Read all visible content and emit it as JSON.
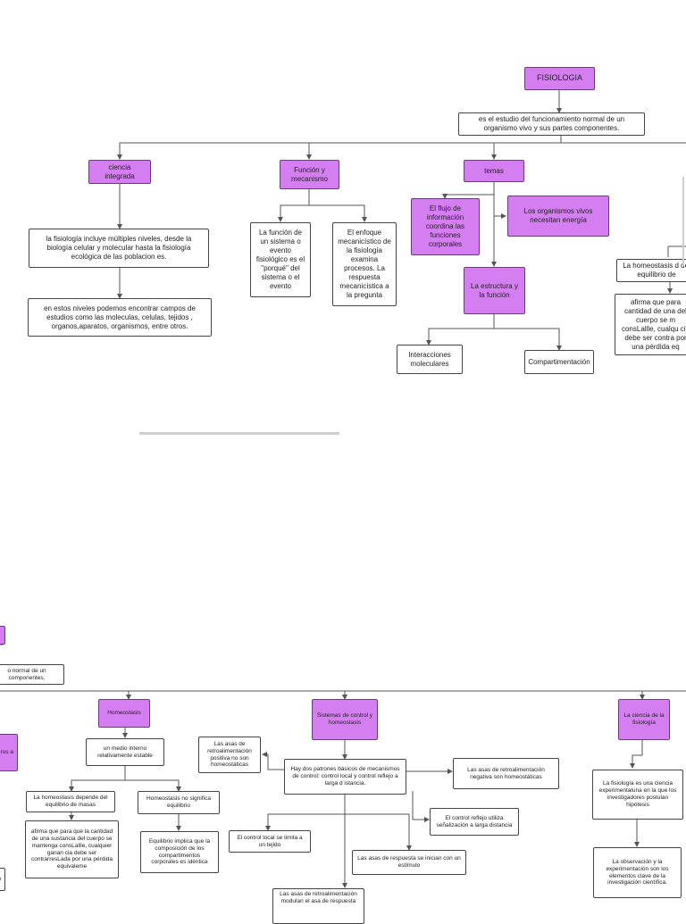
{
  "top_map": {
    "fisiologia": "FISIOLOGIA",
    "definicion": "es el estudio del funcionamiento normal de un organismo vivo y sus partes componentes.",
    "ciencia_integrada": "ciencia integrada",
    "funcion_mecanismo": "Función y mecanismo",
    "temas": "temas",
    "niveles": "la fisiología incluye múltiples niveles, desde la biología celular y molecular hasta la fisiología ecológica de las poblacion es.",
    "campos": "en estos niveles podemos encontrar campos de estudios como las moleculas, celulas, tejidos , organos,aparatos, organismos, entre otros.",
    "funcion_evento": "La función de un sistema o evento fisiológico es el \"porqué\" del sistema o el evento",
    "enfoque": "El enfoque mecanicístico de la fisiología examina procesos. La respuesta mecanicística a la pregunta",
    "flujo_info": "El flujo de información coordina las funciones corporales",
    "energia": "Los organismos vivos necesitan energía",
    "estructura": "La estructura y la función",
    "interacciones": "Interacciones moleculares",
    "compartimentacion": "Compartimentación",
    "homeostasis_cut": "La homeostasis d del equilibrio de",
    "afirma_cut": "afirma que para cantidad de una del cuerpo se m consLallle, cualqu cia debe ser contra por una pérdida eq"
  },
  "bottom_map": {
    "def_cut": "o normal de un componentes.",
    "left_cut": "ros a",
    "left_bottom_cut": "n",
    "homeostasis": "Homeostasis",
    "sistemas_control": "Sistemas de control y homeostasis",
    "ciencia_fisiologia": "La ciencia de la fisiología",
    "medio_interno": "un medio interno relativamente estable",
    "homeo_depende": "La homeostasis depende del equilibrio de masas",
    "homeo_no_significa": "Homeostasis no significa equilibrio",
    "afirma": "afirma que para que la cantidad de una sustancia del cuerpo se mantenga consLallle, cualquier ganan cia debe ser contrarresLada por una pérdida equivaleme",
    "equilibrio_implica": "Equilibrio implica que la composición de los compartimentos corporales es idéntica",
    "asas_positiva": "Las asas de retroalimentación positiva no son homeostáticas",
    "dos_patrones": "Hay dos patrones básicos de mecanismos de control: control local y control reflejo a larga d istancia.",
    "asas_negativa": "Las asas de retroalimentación negativa son homeostáticas",
    "control_reflejo": "El control reflejo utiliza señalización a larga distancia",
    "control_local": "El control local se limita a un tejido",
    "asas_respuesta": "Las asas de respuesta se inician con un estímulo",
    "asas_modulan": "Las asas de retroalimentación modulan el asa de respuesta",
    "ciencia_experimental": "La fisiología es una ciencia experimentaluna en la que los investigadores postulan hipótesis",
    "observacion": "La observación y la experimentación son los elementos clave de la investigación científica."
  },
  "colors": {
    "node_accent": "#d57ef2",
    "border": "#444444",
    "edge": "#555555",
    "divider": "#cfcfcf"
  }
}
